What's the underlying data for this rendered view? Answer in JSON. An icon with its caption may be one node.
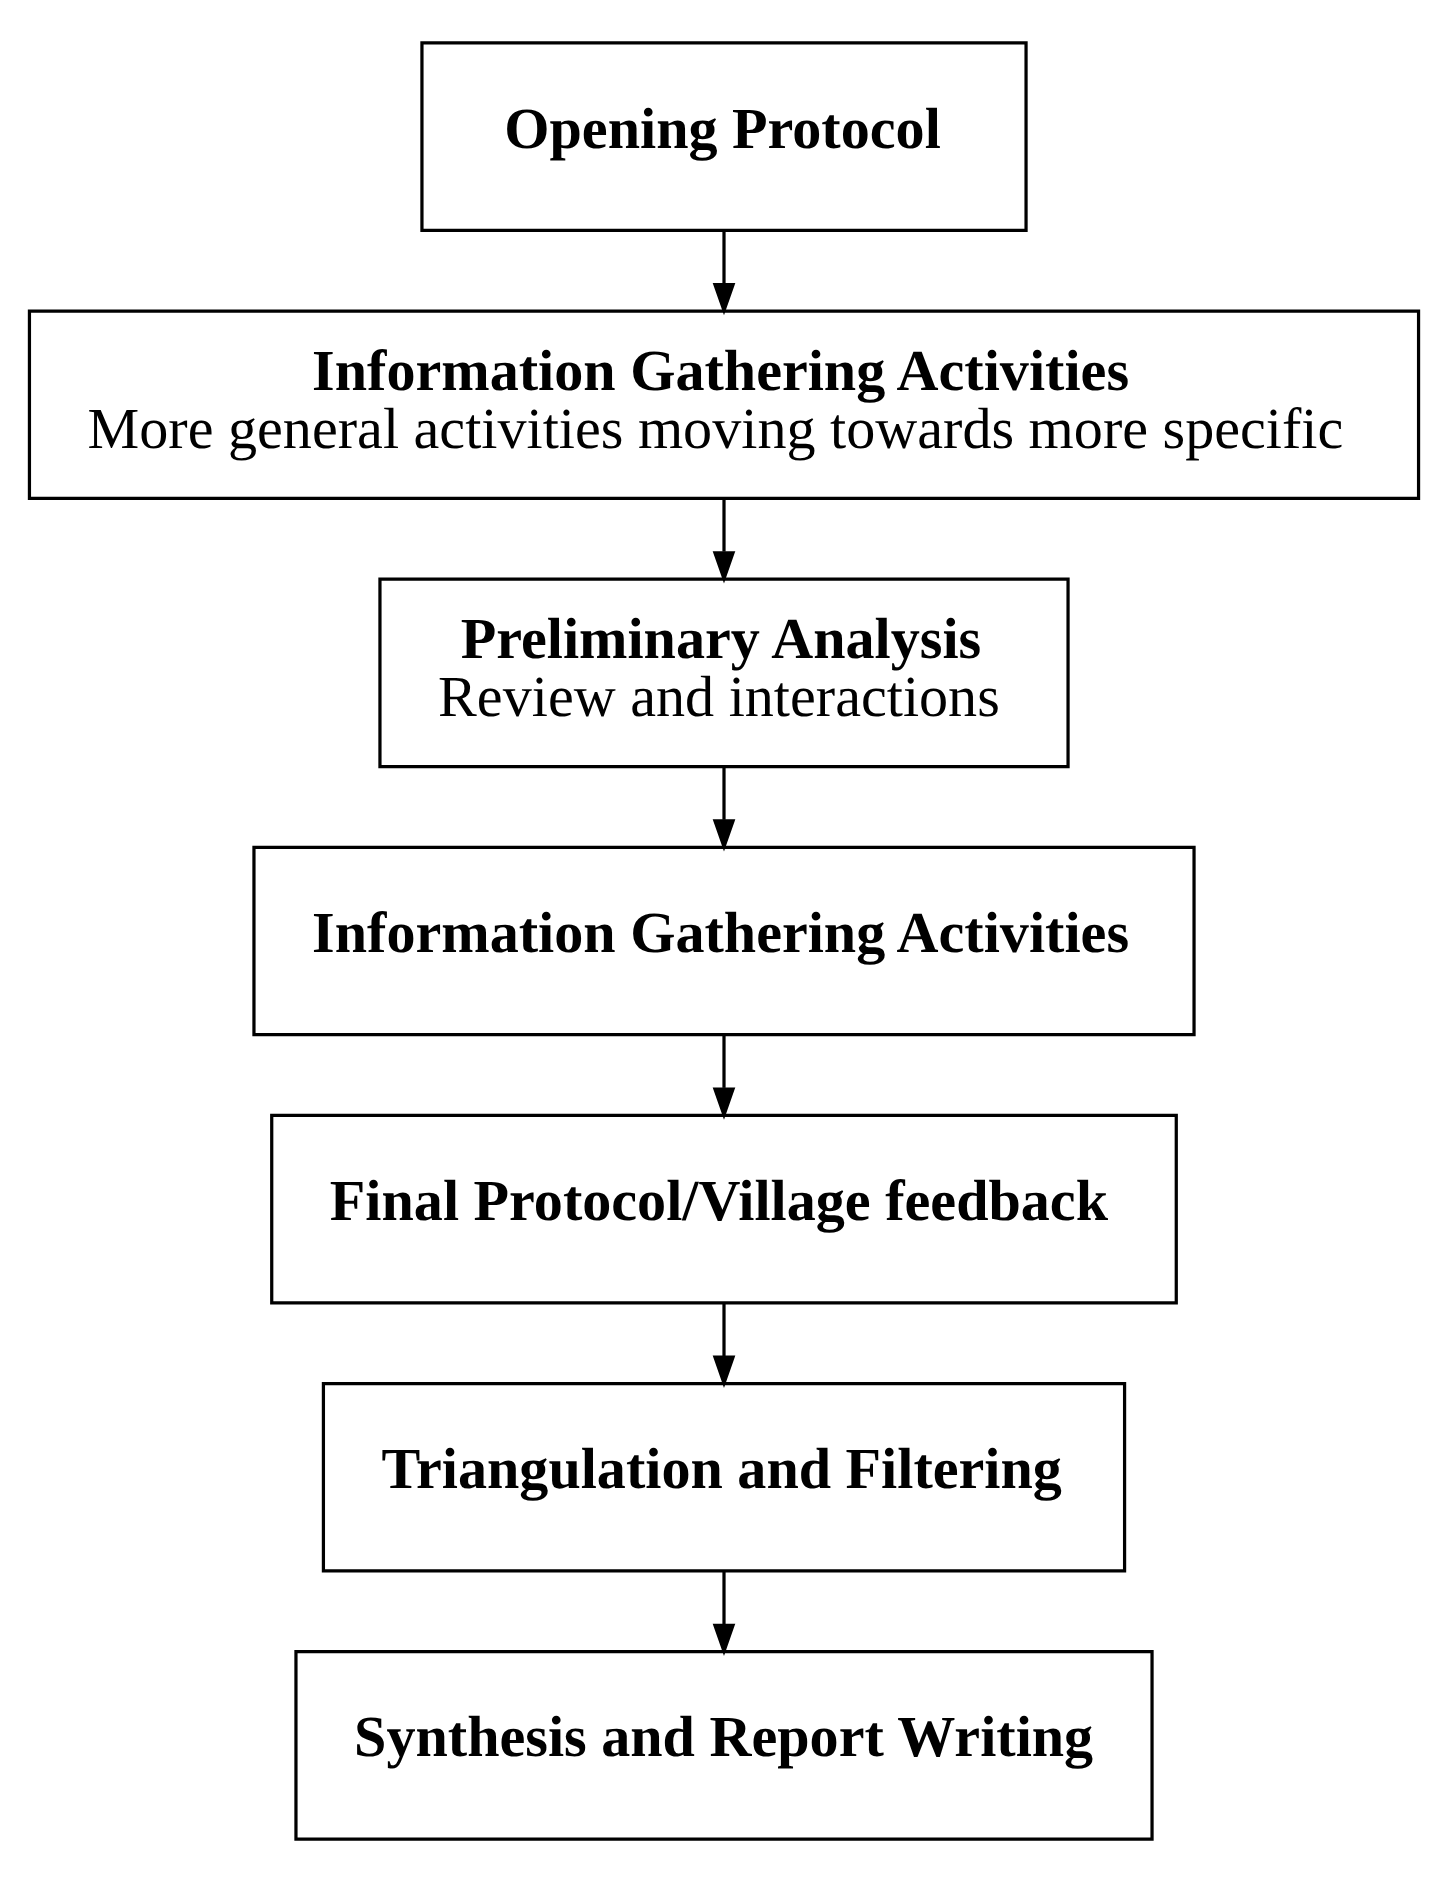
{
  "diagram": {
    "nodes": [
      {
        "text": [
          "Opening Protocol"
        ]
      },
      {
        "text": [
          "Information Gathering Activities",
          "More general activities moving towards more specific"
        ]
      },
      {
        "text": [
          "Preliminary Analysis",
          "Review and interactions"
        ]
      },
      {
        "text": [
          "Information Gathering Activities"
        ]
      },
      {
        "text": [
          "Final Protocol/Village feedback"
        ]
      },
      {
        "text": [
          "Triangulation and Filtering"
        ]
      },
      {
        "text": [
          "Synthesis and Report Writing"
        ]
      }
    ],
    "edges": [
      {
        "from": 0,
        "to": 1,
        "arrow": "to"
      },
      {
        "from": 1,
        "to": 2,
        "arrow": "to"
      },
      {
        "from": 2,
        "to": 3,
        "arrow": "to"
      },
      {
        "from": 3,
        "to": 4,
        "arrow": "to"
      },
      {
        "from": 4,
        "to": 5,
        "arrow": "to"
      },
      {
        "from": 5,
        "to": 6,
        "arrow": "to"
      }
    ]
  }
}
